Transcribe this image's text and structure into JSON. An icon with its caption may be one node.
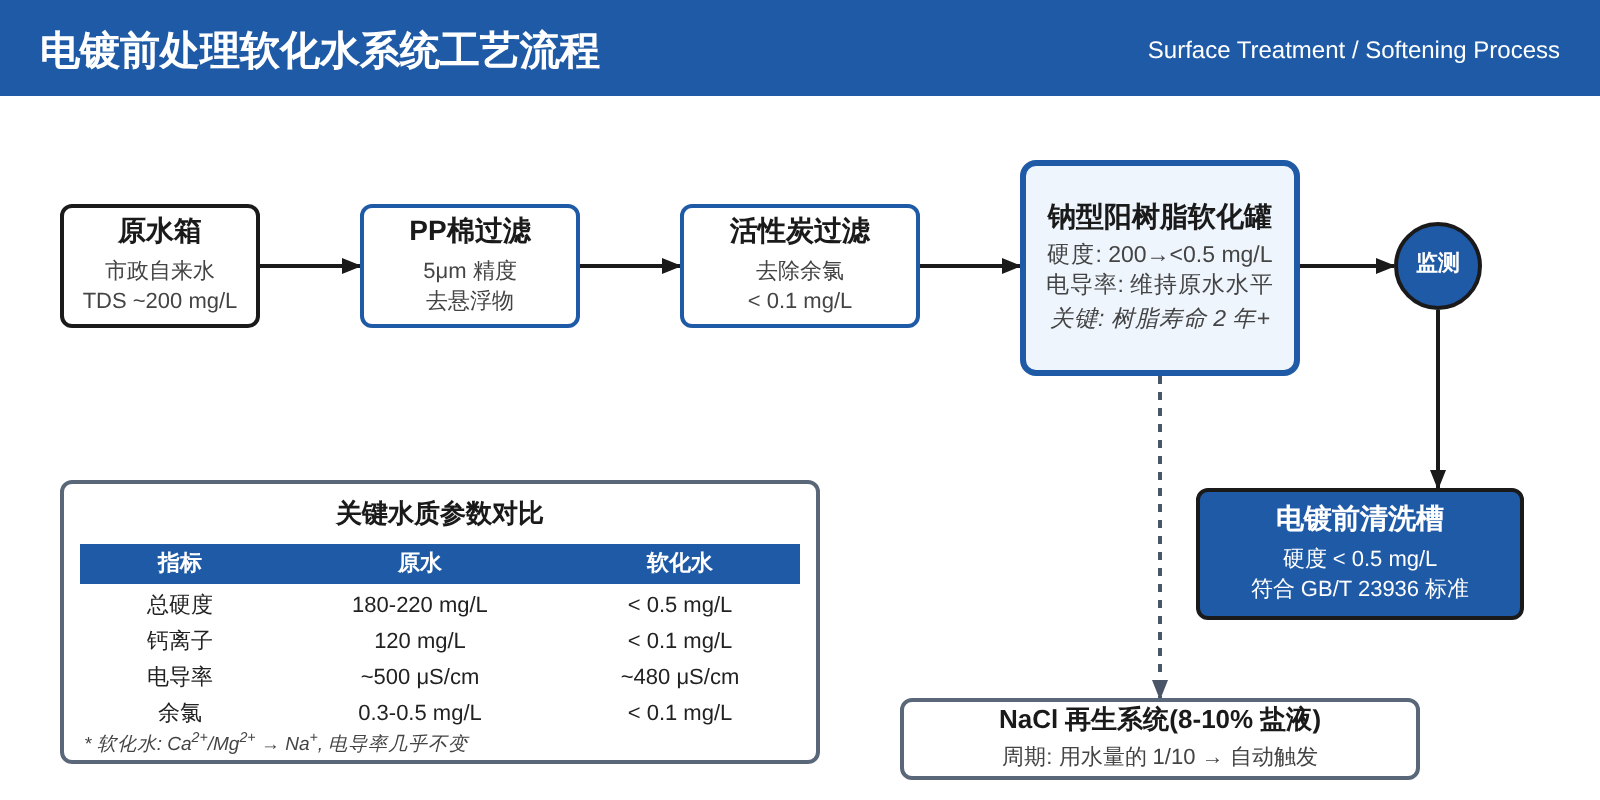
{
  "diagram": {
    "title": "电镀前处理软化水系统工艺流程",
    "nodes": [
      {
        "text": [
          "原水箱",
          "市政自来水",
          "TDS ~200 mg/L"
        ]
      },
      {
        "text": [
          "PP棉过滤",
          "5μm 精度",
          "去悬浮物"
        ]
      },
      {
        "text": [
          "活性炭过滤",
          "去除余氯",
          "< 0.1 mg/L"
        ]
      },
      {
        "text": [
          "钠型阳树脂软化罐",
          "硬度: 200→<0.5 mg/L",
          "电导率: 维持原水水平",
          "关键: 树脂寿命 2 年+"
        ]
      },
      {
        "text": [
          "监测"
        ]
      },
      {
        "text": [
          "电镀前清洗槽",
          "硬度 < 0.5 mg/L",
          "符合 GB/T 23936 标准"
        ]
      },
      {
        "text": [
          "NaCl 再生系统(8-10% 盐液)",
          "周期: 用水量的 1/10 → 自动触发"
        ]
      },
      {
        "text": [
          "关键水质参数对比",
          "* 软化水: Ca$^{2+}$/Mg$^{2+}$ → Na$^{+}$, 电导率几乎不变"
        ]
      }
    ],
    "edges": [
      {
        "from": 0,
        "to": 1,
        "arrow": "to"
      },
      {
        "from": 1,
        "to": 2,
        "arrow": "to"
      },
      {
        "from": 2,
        "to": 3,
        "arrow": "to"
      },
      {
        "from": 3,
        "to": 4,
        "arrow": "to"
      },
      {
        "from": 4,
        "to": 5,
        "arrow": "to"
      },
      {
        "from": 3,
        "to": 6,
        "arrow": "to",
        "style": "dashed",
        "color": "#4a5568"
      }
    ],
    "labels": [
      "Surface Treatment / Softening Process",
      "指标",
      "原水",
      "软化水",
      "总硬度",
      "180-220 mg/L",
      "< 0.5 mg/L",
      "钙离子",
      "120 mg/L",
      "< 0.1 mg/L",
      "电导率",
      "~500 μS/cm",
      "~480 μS/cm",
      "余氯",
      "0.3-0.5 mg/L",
      "< 0.1 mg/L"
    ]
  }
}
